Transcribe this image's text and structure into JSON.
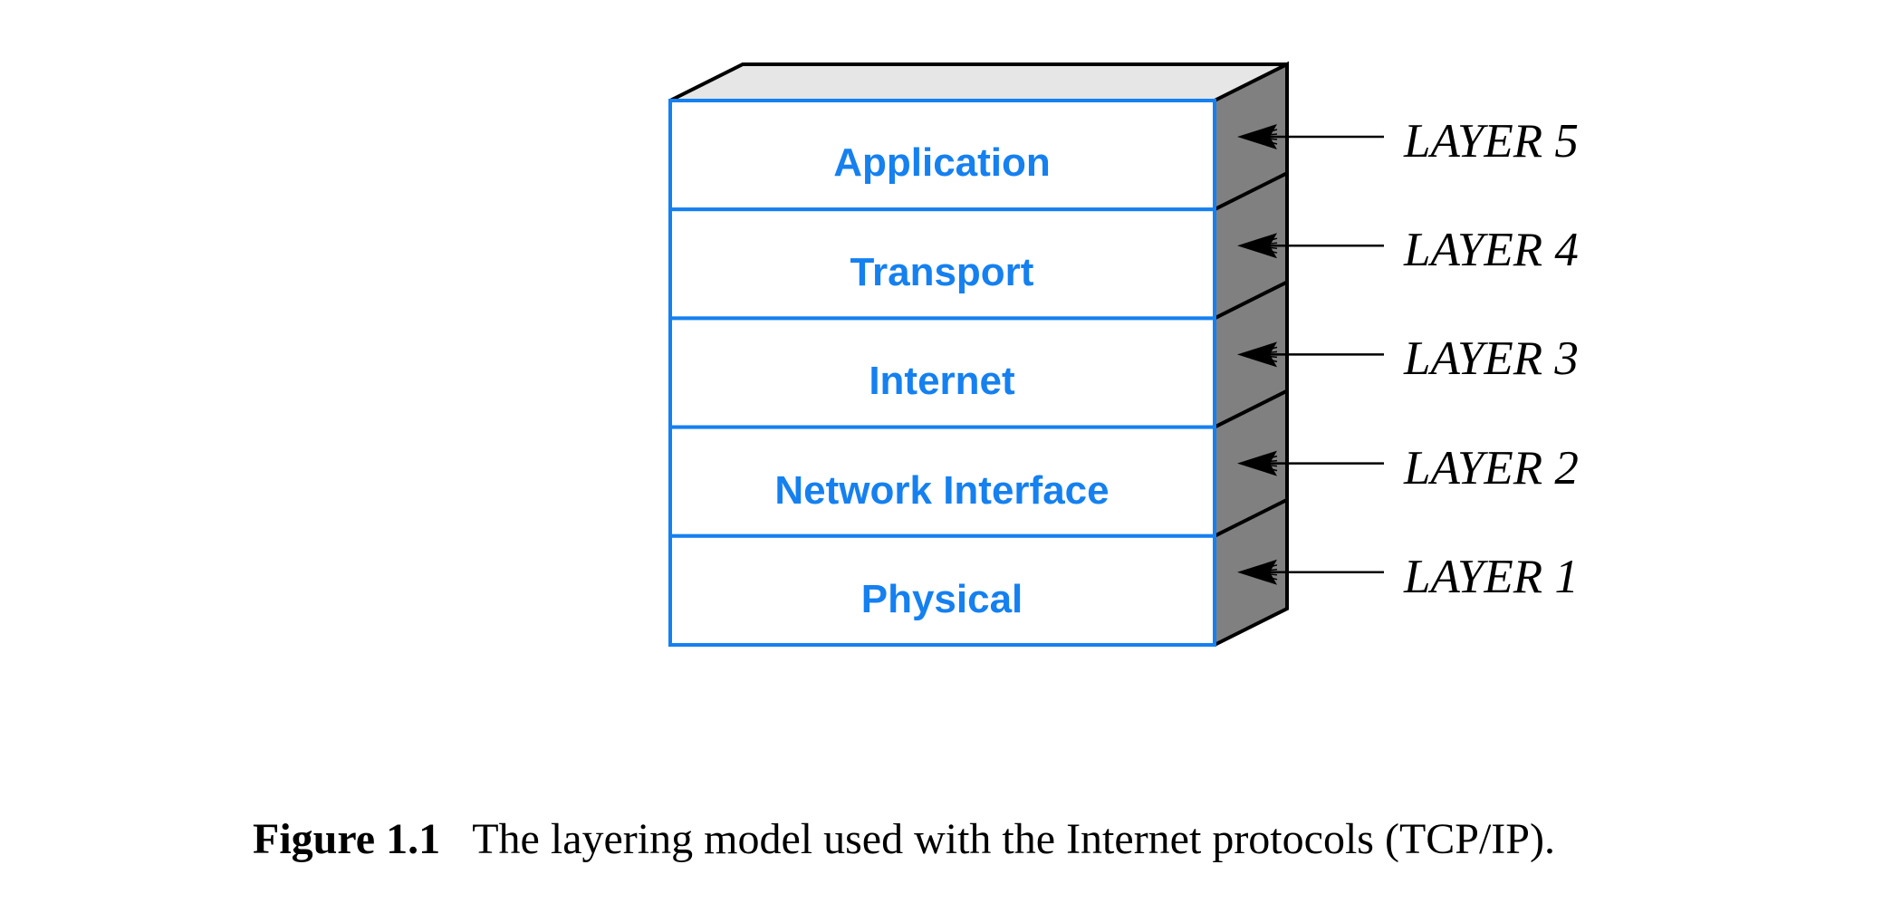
{
  "figure": {
    "title": "TCP/IP layering model",
    "colors": {
      "front_stroke": "#1580f0",
      "front_fill": "#ffffff",
      "top_fill": "#e6e6e6",
      "side_fill": "#808080",
      "edge": "#000000",
      "layer_text": "#1580f0"
    },
    "layers": [
      {
        "name": "Application",
        "label": "LAYER 5"
      },
      {
        "name": "Transport",
        "label": "LAYER 4"
      },
      {
        "name": "Internet",
        "label": "LAYER 3"
      },
      {
        "name": "Network Interface",
        "label": "LAYER 2"
      },
      {
        "name": "Physical",
        "label": "LAYER 1"
      }
    ]
  },
  "caption": {
    "number": "Figure 1.1",
    "text": "The layering model used with the Internet protocols (TCP/IP)."
  }
}
